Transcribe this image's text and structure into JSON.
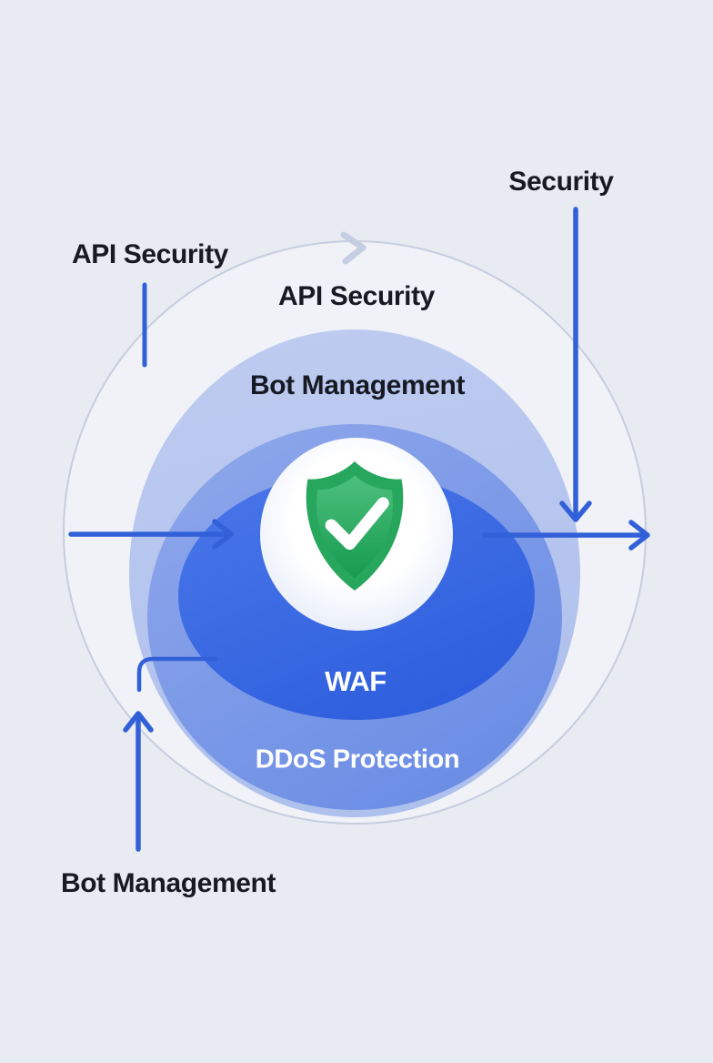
{
  "labels": {
    "security_callout": "Security",
    "api_security_callout": "API Security",
    "api_security_ring": "API Security",
    "bot_management_ring": "Bot Management",
    "waf_ring": "WAF",
    "ddos_protection_ring": "DDoS Protection",
    "bot_management_callout": "Bot Management"
  },
  "icons": {
    "center_icon": "shield-check-icon",
    "ring_direction_icon": "chevron-right-icon"
  },
  "colors": {
    "page_bg": "#e9ebf2",
    "circle_fill": "#f0f2f8",
    "circle_stroke": "#c6cdde",
    "ring_light": "#aec0ec",
    "ring_light_2": "#bfccf1",
    "ring_medium": "#6b8de5",
    "ring_medium_2": "#91a9eb",
    "ring_dark": "#2f5fde",
    "ring_dark_2": "#4a77e9",
    "arrow_blue": "#3160d8",
    "chevron_gray": "#c5cde2",
    "text_dark": "#171a23",
    "text_white": "#ffffff",
    "shield_outer": "#27a75d",
    "shield_top": "#4dc07d",
    "shield_bottom": "#169a4f",
    "check_white": "#ffffff",
    "center_circle_top": "#ffffff",
    "center_circle_bottom": "#e6ecf9"
  }
}
